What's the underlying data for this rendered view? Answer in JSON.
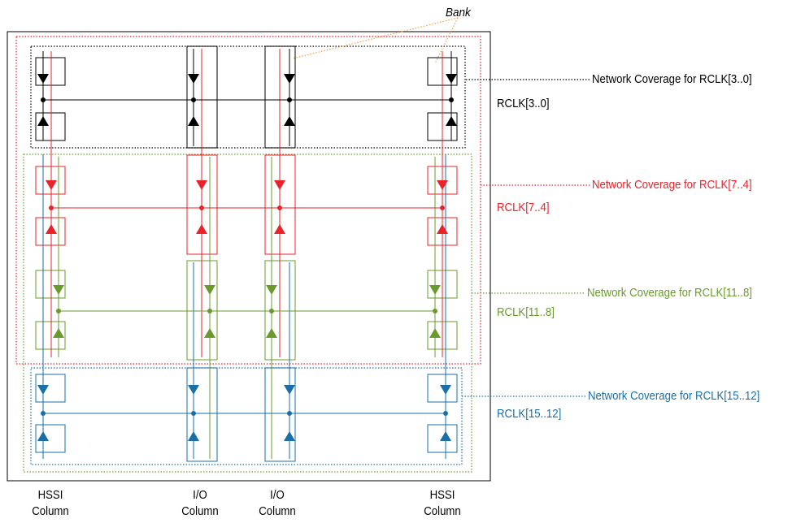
{
  "bank_label": "Bank",
  "networks": [
    {
      "coverage": "Network Coverage for RCLK[3..0]",
      "rclk": "RCLK[3..0]",
      "color": "#000000"
    },
    {
      "coverage": "Network Coverage for RCLK[7..4]",
      "rclk": "RCLK[7..4]",
      "color": "#e8232a"
    },
    {
      "coverage": "Network Coverage for RCLK[11..8]",
      "rclk": "RCLK[11..8]",
      "color": "#6a9a2e"
    },
    {
      "coverage": "Network Coverage for RCLK[15..12]",
      "rclk": "RCLK[15..12]",
      "color": "#1a6fa8"
    }
  ],
  "columns": [
    {
      "line1": "HSSI",
      "line2": "Column"
    },
    {
      "line1": "I/O",
      "line2": "Column"
    },
    {
      "line1": "I/O",
      "line2": "Column"
    },
    {
      "line1": "HSSI",
      "line2": "Column"
    }
  ],
  "colors": {
    "bank_leader": "#f0a03c",
    "border": "#000000"
  }
}
